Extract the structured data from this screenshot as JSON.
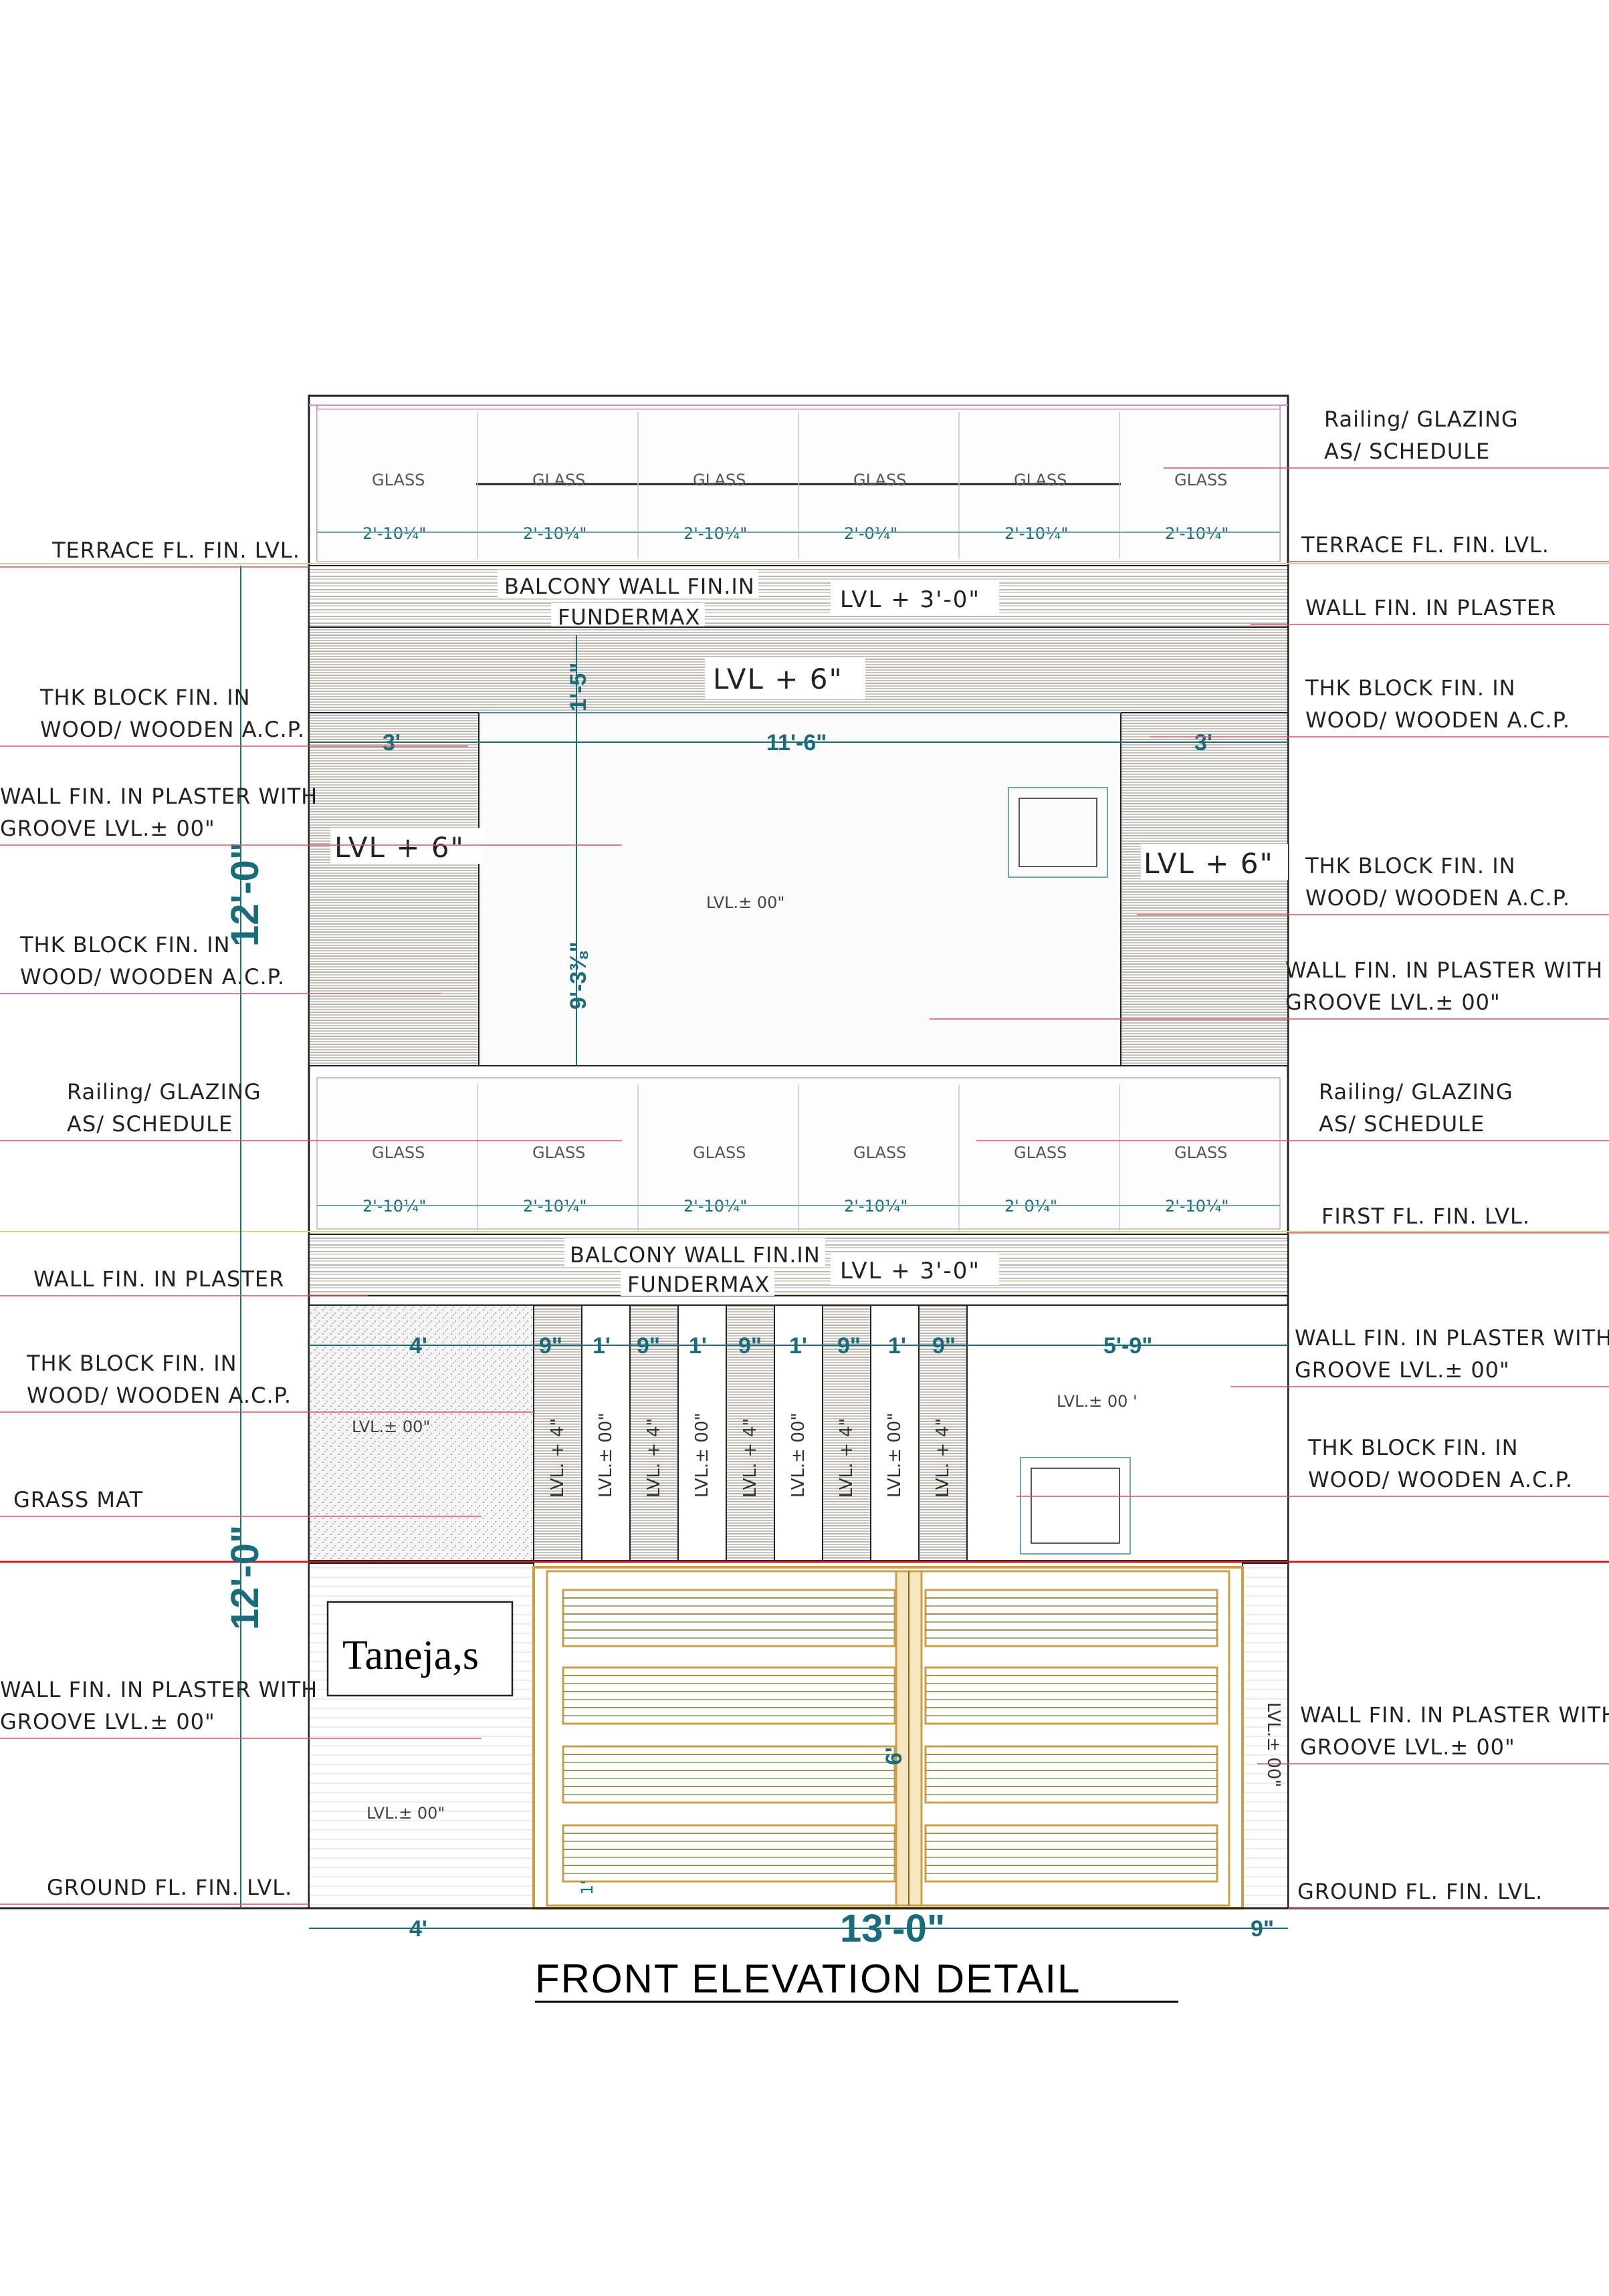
{
  "title": "FRONT ELEVATION DETAIL",
  "name_board": "Taneja,s",
  "glass_label": "GLASS",
  "colors": {
    "outline": "#222222",
    "dimension": "#1a6c7a",
    "leader": "#d9506a",
    "wood": "#c8a04a",
    "wood_dark": "#8a6a20",
    "pink_line": "#d78bd0",
    "floor_line": "#d9506a"
  },
  "top_glazing": {
    "panels": [
      "GLASS",
      "GLASS",
      "GLASS",
      "GLASS",
      "GLASS",
      "GLASS"
    ],
    "dims": [
      "2'-10¼\"",
      "2'-10¼\"",
      "2'-10¼\"",
      "2'-0¼\"",
      "2'-10¼\"",
      "2'-10¼\""
    ]
  },
  "mid_glazing": {
    "panels": [
      "GLASS",
      "GLASS",
      "GLASS",
      "GLASS",
      "GLASS",
      "GLASS"
    ],
    "dims": [
      "2'-10¼\"",
      "2'-10¼\"",
      "2'-10¼\"",
      "2'-10¼\"",
      "2' 0¼\"",
      "2'-10¼\""
    ]
  },
  "upper_balcony": {
    "label_1": "BALCONY WALL FIN.IN",
    "label_2": "FUNDERMAX",
    "level": "LVL + 3'-0\""
  },
  "lower_balcony": {
    "label_1": "BALCONY WALL FIN.IN",
    "label_2": "FUNDERMAX",
    "level": "LVL + 3'-0\""
  },
  "first_floor_front": {
    "top_band_level": "LVL + 6\"",
    "left_level": "LVL + 6\"",
    "right_level": "LVL + 6\"",
    "center_level": "LVL.± 00\"",
    "dim_left": "3'",
    "dim_center": "11'-6\"",
    "dim_right": "3'",
    "dim_vertical_top": "1'-5\"",
    "dim_vertical_main": "9'-3⅜\""
  },
  "ground_floor_front": {
    "grass_level": "LVL.± 00\"",
    "right_level": "LVL.± 00 '",
    "fin_dims": [
      "4'",
      "9\"",
      "1'",
      "9\"",
      "1'",
      "9\"",
      "1'",
      "9\"",
      "1'",
      "9\"",
      "5'-9\""
    ],
    "fin_levels": [
      "LVL. + 4\"",
      "LVL.± 00\"",
      "LVL. + 4\"",
      "LVL.± 00\"",
      "LVL. + 4\"",
      "LVL.± 00\"",
      "LVL. + 4\"",
      "LVL.± 00\"",
      "LVL. + 4\""
    ],
    "gate_height": "6'",
    "left_wall_level": "LVL.± 00\"",
    "right_wall_level": "LVL.± 00\"",
    "bottom_dim_small": "1'"
  },
  "overall_dims": {
    "upper_height": "12'-0\"",
    "lower_height": "12'-0\"",
    "bottom_left": "4'",
    "bottom_center": "13'-0\"",
    "bottom_right": "9\""
  },
  "notes_left": [
    {
      "lines": [
        "TERRACE FL. FIN. LVL."
      ]
    },
    {
      "lines": [
        "THK BLOCK FIN. IN",
        "WOOD/ WOODEN A.C.P."
      ]
    },
    {
      "lines": [
        "WALL FIN. IN PLASTER WITH",
        "GROOVE LVL.± 00\""
      ]
    },
    {
      "lines": [
        "THK BLOCK FIN. IN",
        "WOOD/ WOODEN A.C.P."
      ]
    },
    {
      "lines": [
        "Railing/ GLAZING",
        "AS/ SCHEDULE"
      ]
    },
    {
      "lines": [
        "WALL FIN. IN PLASTER"
      ]
    },
    {
      "lines": [
        "THK BLOCK FIN. IN",
        "WOOD/ WOODEN A.C.P."
      ]
    },
    {
      "lines": [
        "GRASS MAT"
      ]
    },
    {
      "lines": [
        "WALL FIN. IN PLASTER WITH",
        "GROOVE LVL.± 00\""
      ]
    },
    {
      "lines": [
        "GROUND FL. FIN. LVL."
      ]
    }
  ],
  "notes_right": [
    {
      "lines": [
        "Railing/ GLAZING",
        "AS/ SCHEDULE"
      ]
    },
    {
      "lines": [
        "TERRACE FL. FIN. LVL."
      ]
    },
    {
      "lines": [
        "WALL FIN. IN PLASTER"
      ]
    },
    {
      "lines": [
        "THK BLOCK FIN. IN",
        "WOOD/ WOODEN A.C.P."
      ]
    },
    {
      "lines": [
        "THK BLOCK FIN. IN",
        "WOOD/ WOODEN A.C.P."
      ]
    },
    {
      "lines": [
        "WALL FIN. IN PLASTER WITH",
        "GROOVE LVL.± 00\""
      ]
    },
    {
      "lines": [
        "Railing/ GLAZING",
        "AS/ SCHEDULE"
      ]
    },
    {
      "lines": [
        "FIRST FL. FIN. LVL."
      ]
    },
    {
      "lines": [
        "WALL FIN. IN PLASTER WITH",
        "GROOVE LVL.± 00\""
      ]
    },
    {
      "lines": [
        "THK BLOCK FIN. IN",
        "WOOD/ WOODEN A.C.P."
      ]
    },
    {
      "lines": [
        "WALL FIN. IN PLASTER WITH",
        "GROOVE LVL.± 00\""
      ]
    },
    {
      "lines": [
        "GROUND FL. FIN. LVL."
      ]
    }
  ]
}
